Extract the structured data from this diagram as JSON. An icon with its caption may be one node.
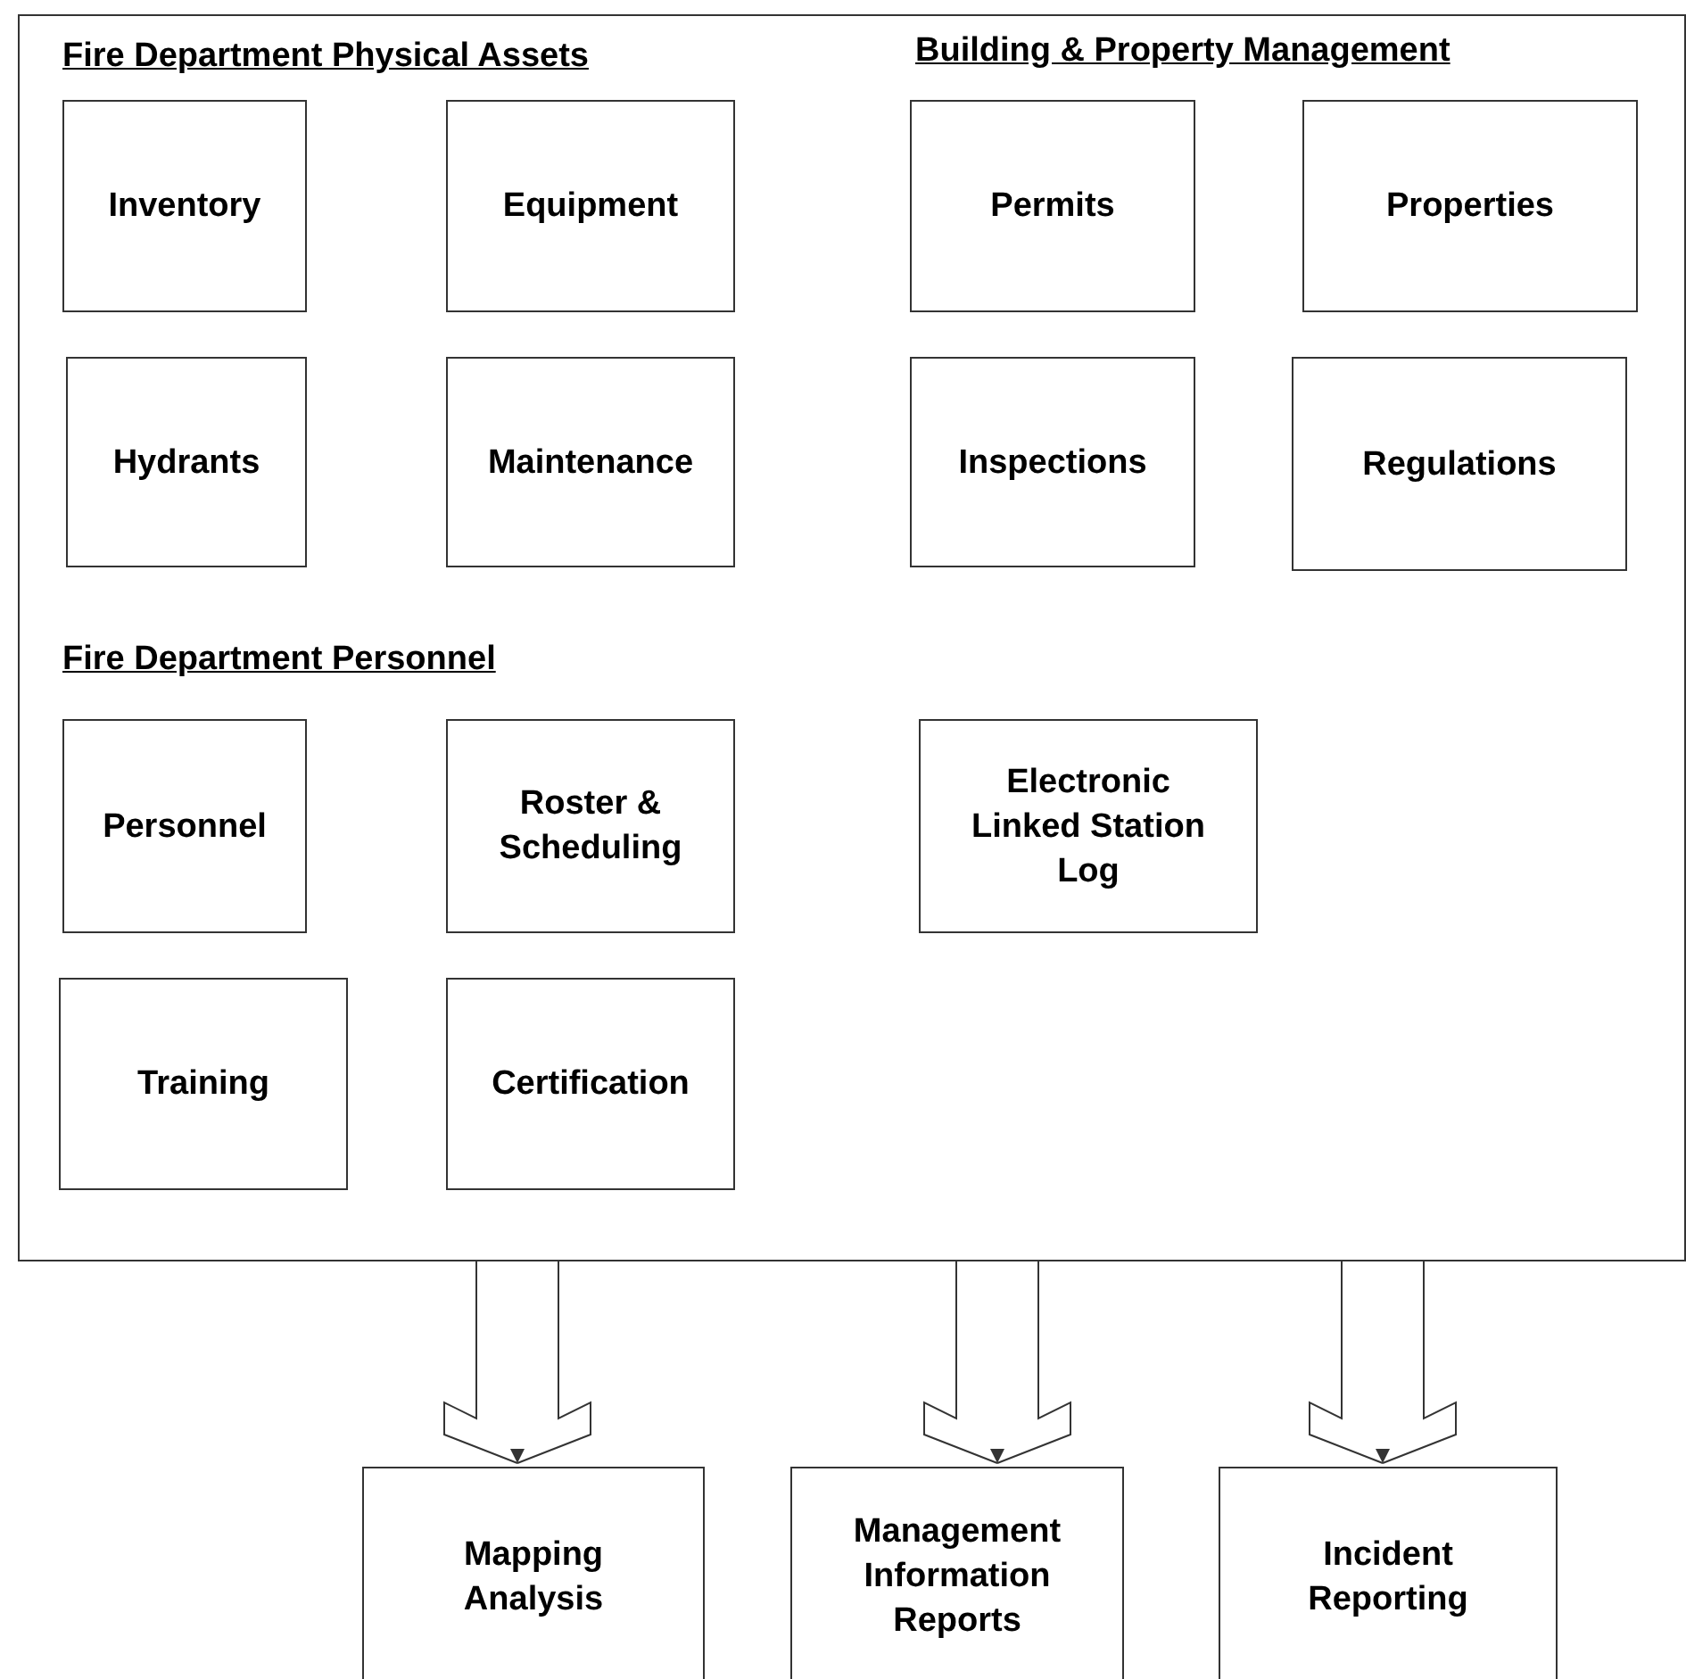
{
  "diagram": {
    "nodes": [
      {
        "text": [
          "Fire Department Physical Assets",
          "Building & Property Management",
          "Fire Department Personnel"
        ]
      },
      {
        "text": [
          "Inventory"
        ],
        "in": 0
      },
      {
        "text": [
          "Equipment"
        ],
        "in": 0
      },
      {
        "text": [
          "Permits"
        ],
        "in": 0
      },
      {
        "text": [
          "Properties"
        ],
        "in": 0
      },
      {
        "text": [
          "Hydrants"
        ],
        "in": 0
      },
      {
        "text": [
          "Maintenance"
        ],
        "in": 0
      },
      {
        "text": [
          "Inspections"
        ],
        "in": 0
      },
      {
        "text": [
          "Regulations"
        ],
        "in": 0
      },
      {
        "text": [
          "Personnel"
        ],
        "in": 0
      },
      {
        "text": [
          "Roster & Scheduling"
        ],
        "in": 0
      },
      {
        "text": [
          "Electronic Linked Station Log"
        ],
        "in": 0
      },
      {
        "text": [
          "Training"
        ],
        "in": 0
      },
      {
        "text": [
          "Certification"
        ],
        "in": 0
      },
      {
        "text": [
          "Mapping Analysis"
        ]
      },
      {
        "text": [
          "Management Information Reports"
        ]
      },
      {
        "text": [
          "Incident Reporting"
        ]
      }
    ],
    "edges": [
      {
        "from": 0,
        "to": 14,
        "arrow": "to"
      },
      {
        "from": 0,
        "to": 15,
        "arrow": "to"
      },
      {
        "from": 0,
        "to": 16,
        "arrow": "to"
      }
    ]
  }
}
